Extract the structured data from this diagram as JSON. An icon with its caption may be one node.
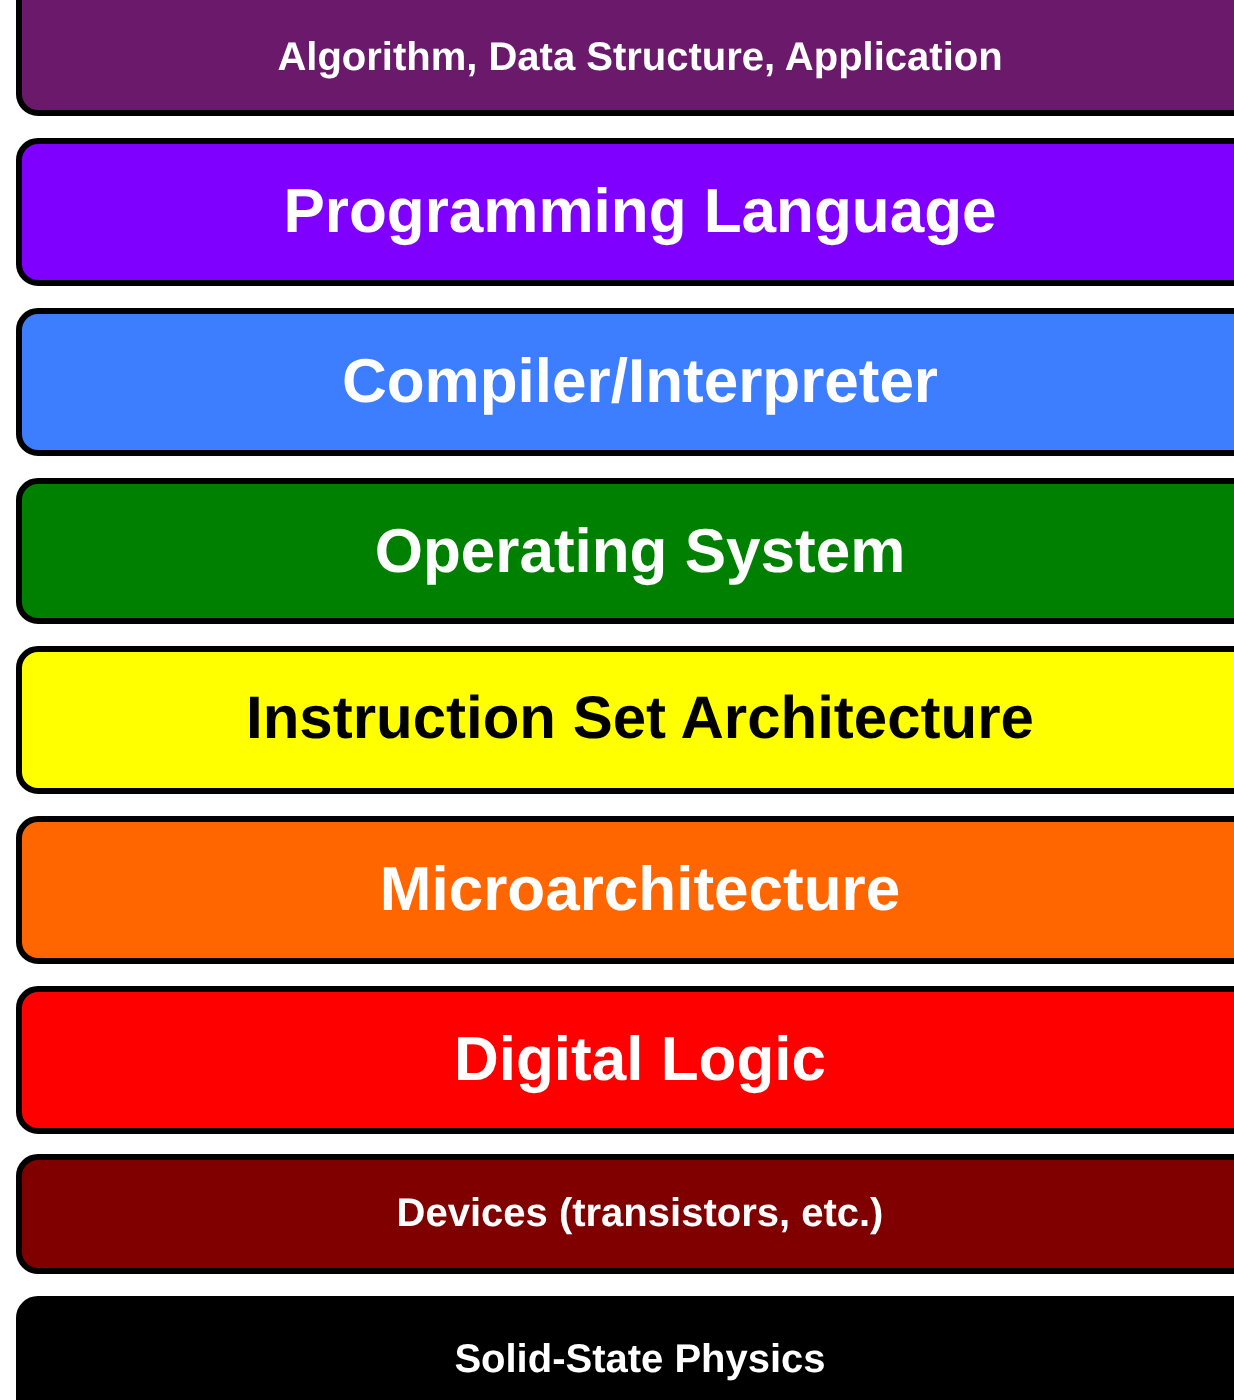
{
  "diagram": {
    "nodes": [
      {
        "text": [
          "Algorithm, Data Structure, Application"
        ]
      },
      {
        "text": [
          "Programming Language"
        ]
      },
      {
        "text": [
          "Compiler/Interpreter"
        ]
      },
      {
        "text": [
          "Operating System"
        ]
      },
      {
        "text": [
          "Instruction Set Architecture"
        ]
      },
      {
        "text": [
          "Microarchitecture"
        ]
      },
      {
        "text": [
          "Digital Logic"
        ]
      },
      {
        "text": [
          "Devices (transistors, etc.)"
        ]
      },
      {
        "text": [
          "Solid-State Physics"
        ]
      }
    ]
  }
}
